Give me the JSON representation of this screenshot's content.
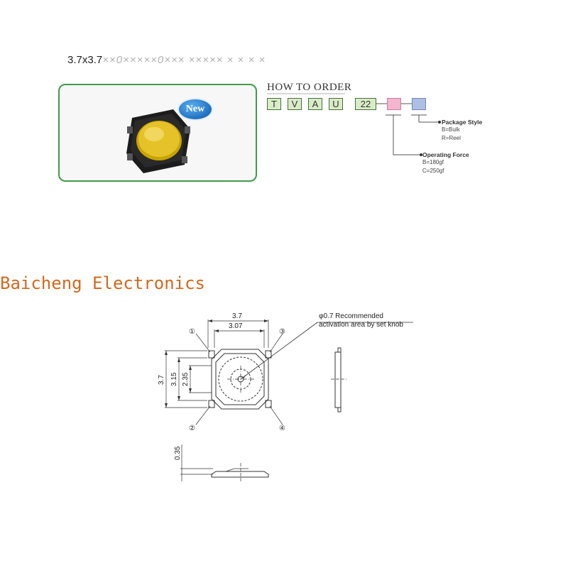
{
  "header": {
    "title_main": "3.7x3.7",
    "title_faded": "××0×××××0××× ××××× × × × ×"
  },
  "product": {
    "badge": "New"
  },
  "how_to_order": {
    "title": "HOW TO ORDER",
    "code": [
      "T",
      "V",
      "A",
      "U",
      "22"
    ],
    "package_style": {
      "label": "Package Style",
      "options": [
        "B=Bulk",
        "R=Reel"
      ]
    },
    "operating_force": {
      "label": "Operating Force",
      "options": [
        "B=180gf",
        "C=250gf"
      ]
    }
  },
  "brand": {
    "name": "Baicheng Electronics"
  },
  "drawing": {
    "dim_width_outer": "3.7",
    "dim_width_inner": "3.07",
    "dim_height_outer": "3.7",
    "dim_height_mid": "3.15",
    "dim_height_inner": "2.35",
    "dim_thickness": "0.35",
    "note_line1": "φ0.7 Recommended",
    "note_line2": "activation area by set knob",
    "pin1": "①",
    "pin2": "②",
    "pin3": "③",
    "pin4": "④"
  },
  "colors": {
    "frame_green": "#3f9b4a",
    "code_green": "#d8ecc6",
    "option_pink": "#f3b7cd",
    "option_blue": "#aebfe6",
    "brand_orange": "#d2691e",
    "badge_blue": "#1f6fc0"
  }
}
